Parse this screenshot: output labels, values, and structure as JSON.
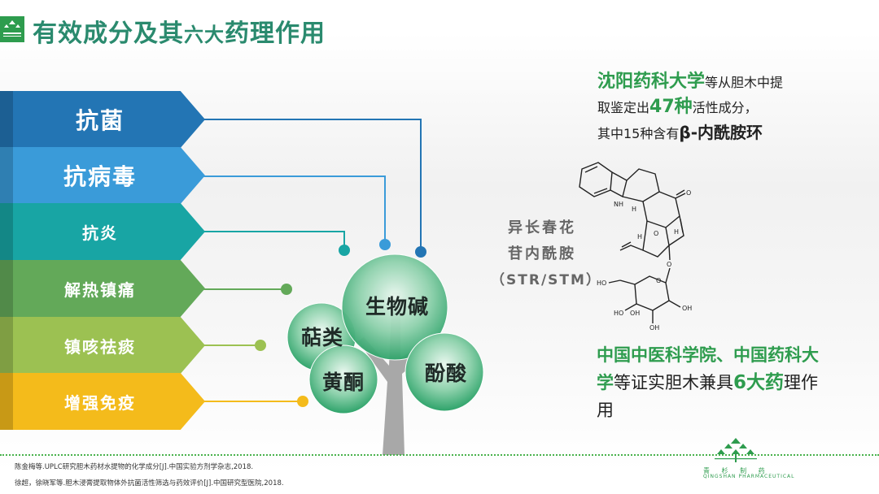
{
  "header": {
    "title_main": "有效成分及其",
    "title_small": "六大",
    "title_end": "药理作用"
  },
  "effects": [
    {
      "label": "抗菌",
      "color": "#2375b4"
    },
    {
      "label": "抗病毒",
      "color": "#3a9bd9"
    },
    {
      "label": "抗炎",
      "color": "#18a5a4"
    },
    {
      "label": "解热镇痛",
      "color": "#63a959"
    },
    {
      "label": "镇咳祛痰",
      "color": "#9cc152"
    },
    {
      "label": "增强免疫",
      "color": "#f4bb1b"
    }
  ],
  "tree": {
    "components": [
      "生物碱",
      "萜类",
      "黄酮",
      "酚酸"
    ],
    "circle_color": "#3aaa6d"
  },
  "right_panel": {
    "p1_hl": "沈阳药科大学",
    "p1_a": "等从胆木中提",
    "p1_b": "取鉴定出",
    "p1_num": "47种",
    "p1_c": "活性成分，",
    "p1_d": "其中15种含有",
    "p1_e": "β-内酰胺环",
    "p2_hl": "中国中医科学院、中国药科大学",
    "p2_a": "等证实胆木兼具",
    "p2_num": "6大药",
    "p2_b": "理作用"
  },
  "molecule": {
    "name_line1": "异长春花",
    "name_line2": "苷内酰胺",
    "name_line3": "（STR/STM）",
    "atoms": {
      "nh": "NH",
      "h1": "H",
      "h2": "H",
      "h3": "H",
      "o1": "O",
      "o2": "O",
      "o3": "O",
      "o4": "O",
      "ho1": "HO",
      "oh1": "OH",
      "oh2": "OH",
      "ho2": "HO",
      "oh3": "OH"
    }
  },
  "references": [
    "陈金梅等.UPLC研究胆木药材水提物的化学成分[J].中国实验方剂学杂志,2018.",
    "徐超，徐晓军等.胆木浸膏提取物体外抗菌活性筛选与药效评价[J].中国研究型医院,2018."
  ],
  "brand": {
    "name_cn": "青 杉 制 药",
    "name_en": "QINGSHAN PHARMACEUTICAL",
    "color": "#2e9c4e"
  }
}
